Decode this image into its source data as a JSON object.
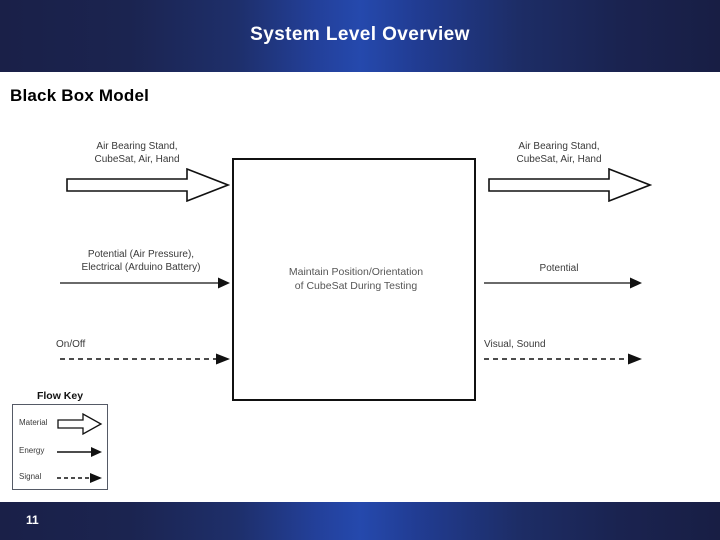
{
  "slide": {
    "title": "System Level Overview",
    "subtitle": "Black Box Model",
    "page_number": "11",
    "accent_dark": "#1a2048",
    "accent_bright": "#2549ad"
  },
  "black_box": {
    "line1": "Maintain Position/Orientation",
    "line2": "of CubeSat During Testing"
  },
  "inputs": [
    {
      "id": "material-in",
      "type": "material",
      "line1": "Air Bearing Stand,",
      "line2": "CubeSat, Air, Hand"
    },
    {
      "id": "energy-in",
      "type": "energy",
      "line1": "Potential (Air Pressure),",
      "line2": "Electrical (Arduino Battery)"
    },
    {
      "id": "signal-in",
      "type": "signal",
      "line1": "On/Off",
      "line2": ""
    }
  ],
  "outputs": [
    {
      "id": "material-out",
      "type": "material",
      "line1": "Air Bearing Stand,",
      "line2": "CubeSat, Air, Hand"
    },
    {
      "id": "energy-out",
      "type": "energy",
      "line1": "Potential",
      "line2": ""
    },
    {
      "id": "signal-out",
      "type": "signal",
      "line1": "Visual, Sound",
      "line2": ""
    }
  ],
  "flow_key": {
    "title": "Flow Key",
    "rows": [
      {
        "label": "Material",
        "style": "hollow-block-arrow"
      },
      {
        "label": "Energy",
        "style": "solid-thin-arrow"
      },
      {
        "label": "Signal",
        "style": "dashed-thin-arrow"
      }
    ]
  }
}
